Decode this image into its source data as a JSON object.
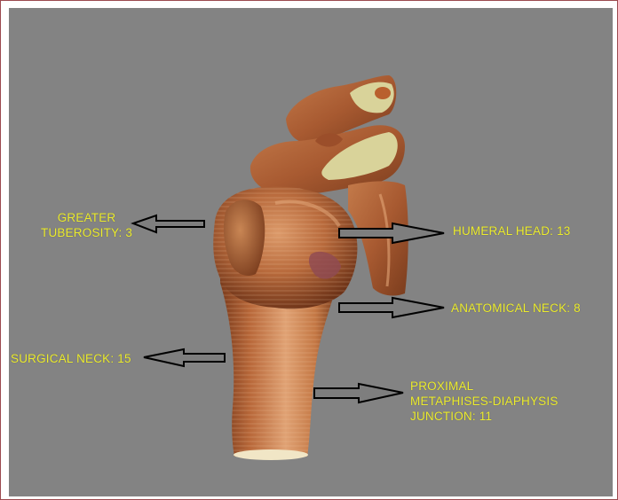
{
  "colors": {
    "background": "#838383",
    "label_text": "#ecec2e",
    "arrow_stroke": "#000000",
    "arrow_fill": "#7e7e7e",
    "bone": "#b96c3f",
    "cartilage": "#d9d39a"
  },
  "annotations": {
    "greater_tuberosity": {
      "line1": "GREATER",
      "line2": "TUBEROSITY: 3"
    },
    "humeral_head": {
      "text": "HUMERAL HEAD: 13"
    },
    "anatomical_neck": {
      "text": "ANATOMICAL NECK: 8"
    },
    "surgical_neck": {
      "text": "SURGICAL NECK: 15"
    },
    "proximal_junction": {
      "line1": "PROXIMAL",
      "line2": "METAPHISES-DIAPHYSIS",
      "line3": "JUNCTION: 11"
    }
  }
}
